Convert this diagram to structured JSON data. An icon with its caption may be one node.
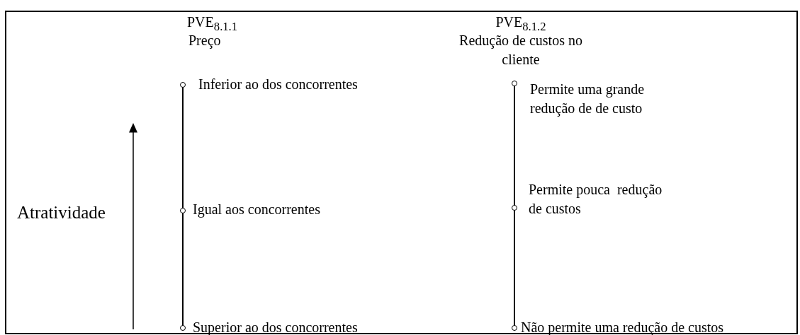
{
  "diagram": {
    "labels": [
      "PVE$_{8.1.1}$",
      "Preço",
      "PVE$_{8.1.2}$",
      "Redução de custos no cliente",
      "Inferior ao dos concorrentes",
      "Permite uma grande redução de de custo",
      "Atratividade",
      "Igual aos concorrentes",
      "Permite pouca  redução de custos",
      "Superior ao dos concorrentes",
      "Não permite uma redução de custos"
    ]
  }
}
